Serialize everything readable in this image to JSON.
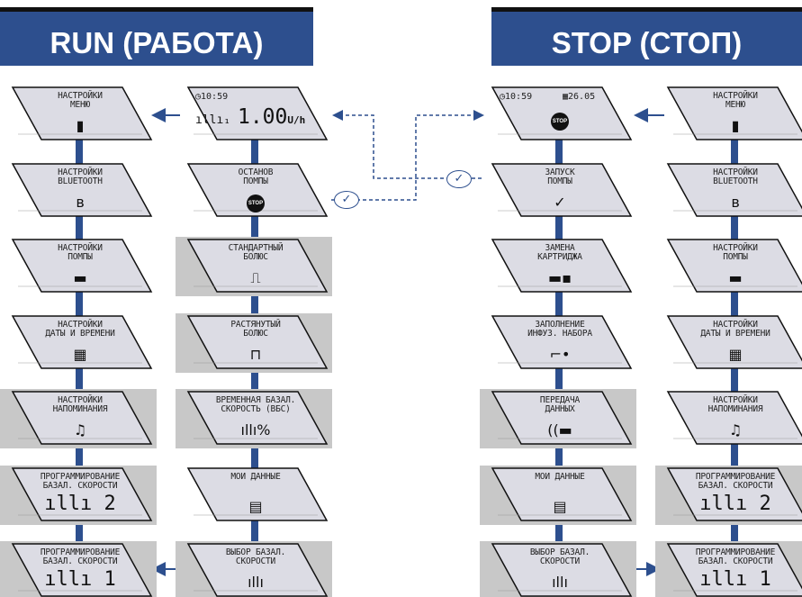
{
  "headers": {
    "run": "RUN (РАБОТА)",
    "stop": "STOP (СТОП)"
  },
  "colors": {
    "accent": "#2d4f8e",
    "screen": "#dcdce4",
    "row_bg": "#c8c8c8"
  },
  "icons": {
    "stop_disc": "STOP",
    "check": "✓"
  },
  "home_run": {
    "time": "◷10:59",
    "basal_value": "1.00",
    "basal_unit": "U/h",
    "basal_glyph": "ıllı₁"
  },
  "home_stop": {
    "time": "◷10:59",
    "date": "▦26.05"
  },
  "run_left": [
    {
      "label": "НАСТРОЙКИ\nМЕНЮ",
      "icon": "▮"
    },
    {
      "label": "НАСТРОЙКИ\nBLUETOOTH",
      "icon": "ʙ"
    },
    {
      "label": "НАСТРОЙКИ\nПОМПЫ",
      "icon": "▬"
    },
    {
      "label": "НАСТРОЙКИ\nДАТЫ И ВРЕМЕНИ",
      "icon": "▦"
    },
    {
      "label": "НАСТРОЙКИ\nНАПОМИНАНИЯ",
      "icon": "♫"
    },
    {
      "label": "ПРОГРАММИРОВАНИЕ\nБАЗАЛ. СКОРОСТИ",
      "icon": "ıllı 2"
    },
    {
      "label": "ПРОГРАММИРОВАНИЕ\nБАЗАЛ. СКОРОСТИ",
      "icon": "ıllı 1"
    }
  ],
  "run_right": [
    {
      "label": "ОСТАНОВ\nПОМПЫ",
      "icon": "STOP"
    },
    {
      "label": "СТАНДАРТНЫЙ\nБОЛЮС",
      "icon": "⎍"
    },
    {
      "label": "РАСТЯНУТЫЙ\nБОЛЮС",
      "icon": "⊓"
    },
    {
      "label": "ВРЕМЕННАЯ БАЗАЛ.\nСКОРОСТЬ (ВБС)",
      "icon": "ıllı%"
    },
    {
      "label": "МОИ ДАННЫЕ",
      "icon": "▤"
    },
    {
      "label": "ВЫБОР БАЗАЛ.\nСКОРОСТИ",
      "icon": "ıllı"
    }
  ],
  "stop_left": [
    {
      "label": "ЗАПУСК\nПОМПЫ",
      "icon": "✓"
    },
    {
      "label": "ЗАМЕНА\nКАРТРИДЖА",
      "icon": "▬▪"
    },
    {
      "label": "ЗАПОЛНЕНИЕ\nИНФУЗ. НАБОРА",
      "icon": "⌐•"
    },
    {
      "label": "ПЕРЕДАЧА\nДАННЫХ",
      "icon": "((▬"
    },
    {
      "label": "МОИ ДАННЫЕ",
      "icon": "▤"
    },
    {
      "label": "ВЫБОР БАЗАЛ.\nСКОРОСТИ",
      "icon": "ıllı"
    }
  ],
  "stop_right": [
    {
      "label": "НАСТРОЙКИ\nМЕНЮ",
      "icon": "▮"
    },
    {
      "label": "НАСТРОЙКИ\nBLUETOOTH",
      "icon": "ʙ"
    },
    {
      "label": "НАСТРОЙКИ\nПОМПЫ",
      "icon": "▬"
    },
    {
      "label": "НАСТРОЙКИ\nДАТЫ И ВРЕМЕНИ",
      "icon": "▦"
    },
    {
      "label": "НАСТРОЙКИ\nНАПОМИНАНИЯ",
      "icon": "♫"
    },
    {
      "label": "ПРОГРАММИРОВАНИЕ\nБАЗАЛ. СКОРОСТИ",
      "icon": "ıllı 2"
    },
    {
      "label": "ПРОГРАММИРОВАНИЕ\nБАЗАЛ. СКОРОСТИ",
      "icon": "ıllı 1"
    }
  ]
}
